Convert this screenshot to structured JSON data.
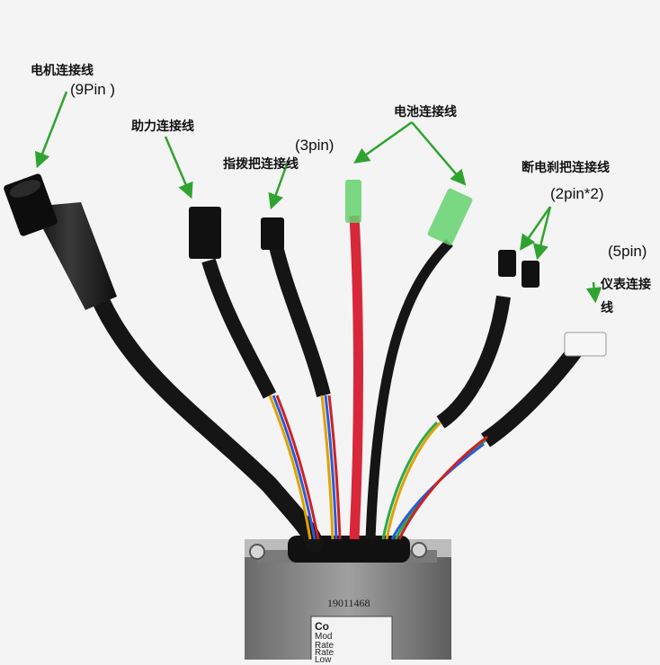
{
  "labels": {
    "motor": "电机连接线",
    "motor_pins": "(9Pin )",
    "assist": "助力连接线",
    "throttle": "指拨把连接线",
    "throttle_pins": "(3pin)",
    "battery": "电池连接线",
    "brake": "断电刹把连接线",
    "brake_pins": "(2pin*2)",
    "display_pins": "(5pin)",
    "display_line1": "仪表连接",
    "display_line2": "线"
  },
  "controller": {
    "serial": "19011468",
    "sticker_lines": [
      "Co",
      "Mod",
      "Rate",
      "Rate",
      "Low"
    ]
  },
  "colors": {
    "arrow": "#2fa32f",
    "cable_black": "#151515",
    "cable_red": "#d8273a",
    "housing": "#8e8e8e"
  }
}
